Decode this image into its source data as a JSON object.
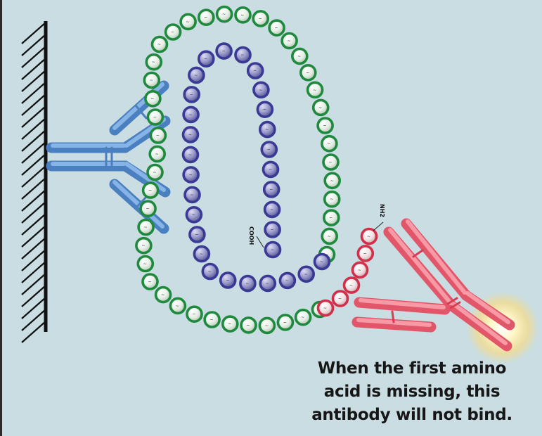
{
  "caption": {
    "line1": "When the first amino",
    "line2": "acid is missing, this",
    "line3": "antibody will not bind."
  },
  "terminals": {
    "cooh": "COOH",
    "nh2": "NH2"
  },
  "colors": {
    "background": "#c9dde3",
    "green_chain": "#1f8a3e",
    "blue_chain": "#3a3a95",
    "red_chain": "#d2304a",
    "blue_antibody": "#5b90cf",
    "red_antibody": "#ef6d7a"
  },
  "chains": {
    "green_beads": 44,
    "blue_beads": 30,
    "red_beads": 6
  }
}
